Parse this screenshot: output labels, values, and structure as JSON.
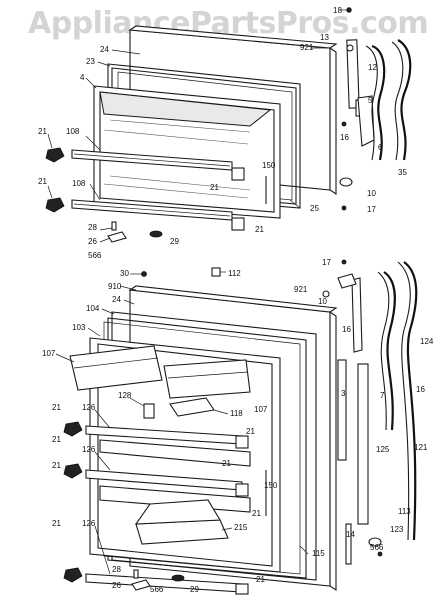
{
  "watermark": "AppliancePartsPros.com",
  "top_door_labels": {
    "l18": "18",
    "l921": "921",
    "l13": "13",
    "l12": "12",
    "l24": "24",
    "l23": "23",
    "l4": "4",
    "l5": "5",
    "l108a": "108",
    "l21a": "21",
    "l108b": "108",
    "l21b": "21",
    "l150": "150",
    "l21c": "21",
    "l16": "16",
    "l6": "6",
    "l35": "35",
    "l10": "10",
    "l17": "17",
    "l25": "25",
    "l28": "28",
    "l26": "26",
    "l566": "566",
    "l29": "29",
    "l21d": "21"
  },
  "bottom_door_labels": {
    "l30": "30",
    "l112": "112",
    "l17": "17",
    "l910": "910",
    "l24": "24",
    "l104": "104",
    "l921": "921",
    "l10": "10",
    "l103": "103",
    "l107a": "107",
    "l16": "16",
    "l124": "124",
    "l21a": "21",
    "l126a": "126",
    "l128": "128",
    "l118": "118",
    "l107b": "107",
    "l3": "3",
    "l7": "7",
    "l21b": "21",
    "l126b": "126",
    "l21c": "21",
    "l21d": "21",
    "l125": "125",
    "l16b": "16",
    "l121": "121",
    "l150": "150",
    "l21e": "21",
    "l21f": "21",
    "l215": "215",
    "l113": "113",
    "l14": "14",
    "l123": "123",
    "l21g": "21",
    "l126c": "126",
    "l566a": "566",
    "l115": "115",
    "l28": "28",
    "l26": "26",
    "l566b": "566",
    "l29": "29",
    "l21h": "21"
  }
}
